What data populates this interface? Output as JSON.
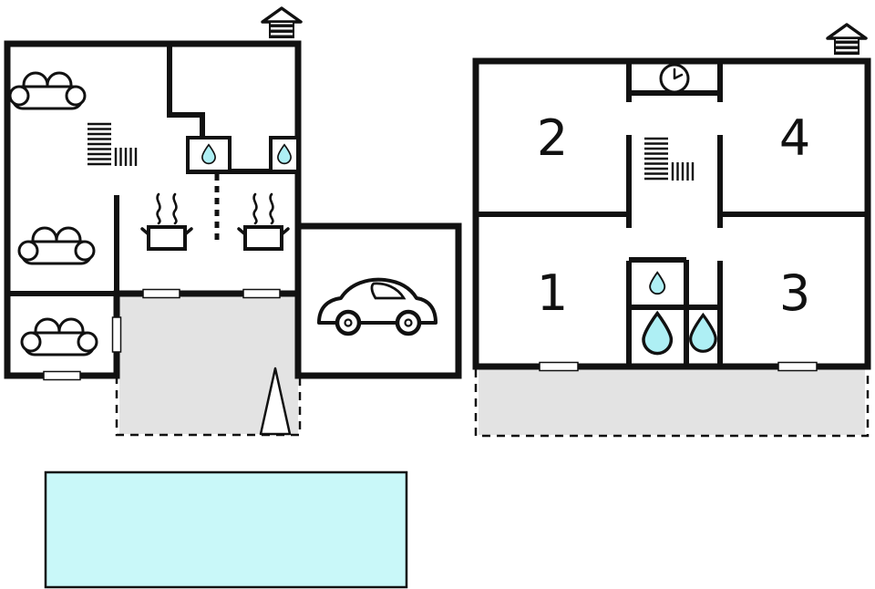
{
  "upper_floor": {
    "rooms": [
      {
        "label": "2"
      },
      {
        "label": "4"
      },
      {
        "label": "1"
      },
      {
        "label": "3"
      }
    ],
    "icons": [
      "clock-icon",
      "stairs-icon",
      "washbasin-icon",
      "shower-icon",
      "shower-icon",
      "chimney-icon"
    ]
  },
  "ground_floor": {
    "icons": [
      "sofa-icon",
      "sofa-icon",
      "sofa-icon",
      "stairs-icon",
      "sink-icon",
      "sink-icon",
      "cooking-pot-icon",
      "cooking-pot-icon",
      "car-icon",
      "tree-icon",
      "chimney-icon"
    ]
  },
  "colors": {
    "wall": "#111111",
    "water": "#aeeff4",
    "terrace": "#e3e3e3",
    "pool": "#c9f8f9"
  }
}
